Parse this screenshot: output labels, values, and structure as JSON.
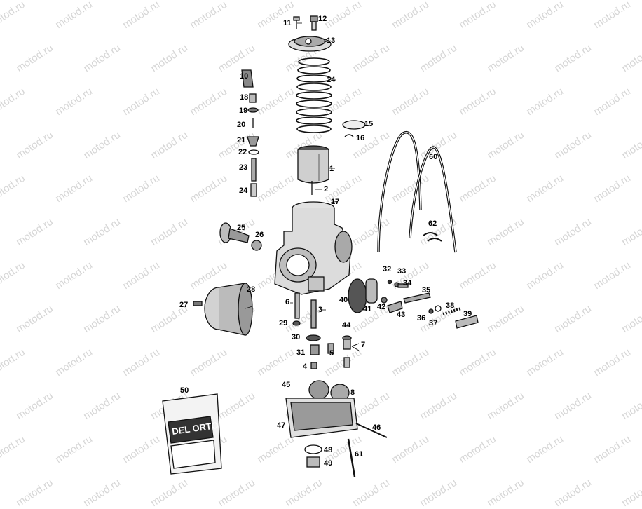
{
  "watermark": "motod.ru",
  "brand_label": "DEL ORTO",
  "callouts": {
    "c1": "1",
    "c2": "2",
    "c3": "3",
    "c4": "4",
    "c5": "5",
    "c6": "6",
    "c7": "7",
    "c8": "8",
    "c10": "10",
    "c11": "11",
    "c12": "12",
    "c13": "13",
    "c14": "14",
    "c15": "15",
    "c16": "16",
    "c17": "17",
    "c18": "18",
    "c19": "19",
    "c20": "20",
    "c21": "21",
    "c22": "22",
    "c23": "23",
    "c24": "24",
    "c25": "25",
    "c26": "26",
    "c27": "27",
    "c28": "28",
    "c29": "29",
    "c30": "30",
    "c31": "31",
    "c32": "32",
    "c33": "33",
    "c34": "34",
    "c35": "35",
    "c36": "36",
    "c37": "37",
    "c38": "38",
    "c39": "39",
    "c40": "40",
    "c41": "41",
    "c42": "42",
    "c43": "43",
    "c44": "44",
    "c45": "45",
    "c46": "46",
    "c47": "47",
    "c48": "48",
    "c49": "49",
    "c50": "50",
    "c60": "60",
    "c61": "61",
    "c62": "62"
  }
}
